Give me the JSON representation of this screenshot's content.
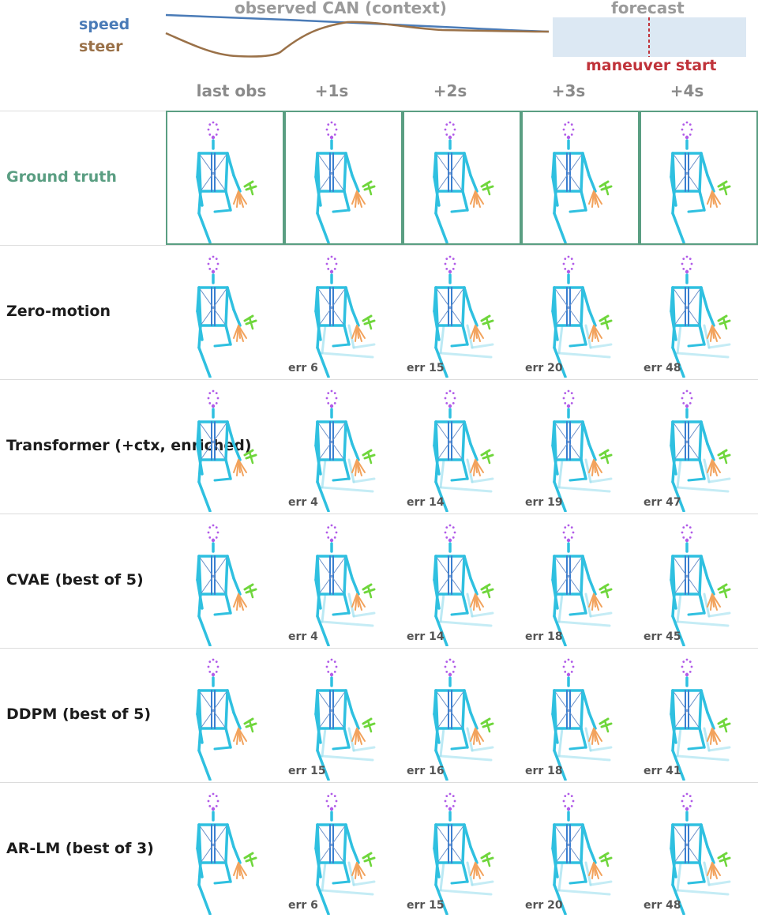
{
  "header": {
    "speed_label": "speed",
    "steer_label": "steer",
    "context_label": "observed CAN (context)",
    "forecast_label": "forecast",
    "maneuver_label": "maneuver start"
  },
  "columns": [
    "last obs",
    "+1s",
    "+2s",
    "+3s",
    "+4s"
  ],
  "rows": [
    {
      "label": "Ground truth",
      "errors": []
    },
    {
      "label": "Zero-motion",
      "errors": [
        "err 6",
        "err 15",
        "err 20",
        "err 48"
      ]
    },
    {
      "label": "Transformer (+ctx, enriched)",
      "errors": [
        "err 4",
        "err 14",
        "err 19",
        "err 47"
      ]
    },
    {
      "label": "CVAE (best of 5)",
      "errors": [
        "err 4",
        "err 14",
        "err 18",
        "err 45"
      ]
    },
    {
      "label": "DDPM (best of 5)",
      "errors": [
        "err 15",
        "err 16",
        "err 18",
        "err 41"
      ]
    },
    {
      "label": "AR-LM (best of 3)",
      "errors": [
        "err 6",
        "err 15",
        "err 20",
        "err 48"
      ]
    }
  ],
  "colors": {
    "speed": "#4a7bb7",
    "steer": "#9a7148",
    "forecast_band": "#dce8f3",
    "maneuver": "#c0333a",
    "ground_truth": "#5a9e82",
    "body": "#2fc0e0",
    "hand_right": "#f2a25c",
    "hand_left": "#6fd63c",
    "head": "#b15ce8"
  }
}
